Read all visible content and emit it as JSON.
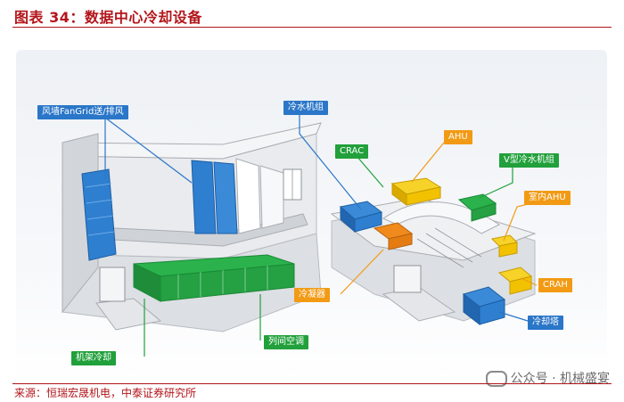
{
  "figure": {
    "title": "图表  34：数据中心冷却设备",
    "source": "来源：恒瑞宏晟机电，中泰证券研究所",
    "watermark": "公众号 · 机械盛宴"
  },
  "labels": {
    "fan_wall": "风墙FanGrid送/排风",
    "chiller": "冷水机组",
    "crac": "CRAC",
    "ahu": "AHU",
    "v_chiller": "V型冷水机组",
    "indoor_ahu": "室内AHU",
    "crah": "CRAH",
    "condenser": "冷凝器",
    "cooling_tower": "冷却塔",
    "inrow_ac": "列间空调",
    "rack_cooling": "机架冷却"
  },
  "colors": {
    "title_red": "#b3151a",
    "label_blue": "#2a76c8",
    "label_green": "#21a03b",
    "label_orange": "#f29a14",
    "equipment_blue": "#2f7fd0",
    "equipment_green": "#2bb24c",
    "equipment_yellow": "#f2c200",
    "equipment_orange": "#f08a1c"
  }
}
